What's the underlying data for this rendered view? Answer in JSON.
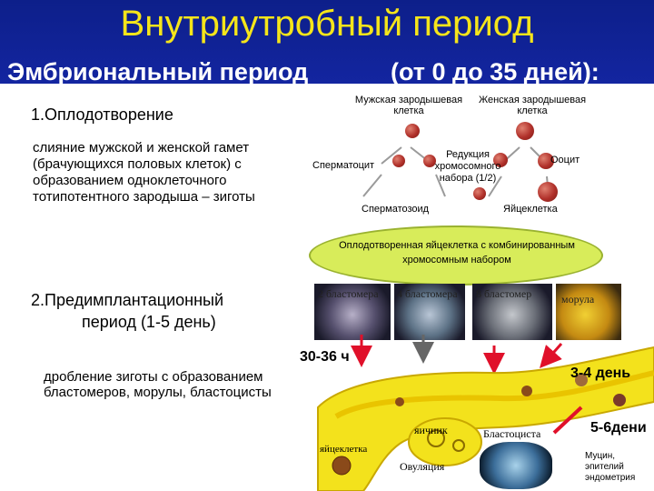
{
  "title": "Внутриутробный период",
  "subtitle_left": "Эмбриональный период",
  "subtitle_right": "(от 0 до 35 дней):",
  "section1": {
    "title": "1.Оплодотворение",
    "desc": "слияние мужской и женской гамет (брачующихся половых клеток) с образованием одноклеточного тотипотентного зародыша – зиготы"
  },
  "section2": {
    "title_line1": "2.Предимплантационный",
    "title_line2": "период (1-5 день)"
  },
  "section3": {
    "desc": "дробление зиготы с образованием бластомеров, морулы, бластоцисты"
  },
  "diagram": {
    "male": "Мужская зародышевая клетка",
    "female": "Женская зародышевая клетка",
    "spermatocyte": "Сперматоцит",
    "reduction": "Редукция хромосомного набора (1/2)",
    "oocyte": "Ооцит",
    "spermatozoid": "Сперматозоид",
    "egg": "Яйцеклетка",
    "fertilized": "Оплодотворенная яйцеклетка с комбинированным хромосомным набором"
  },
  "stages": {
    "s2": "2 бластомера",
    "s4": "4 бластомера",
    "s8": "8 бластомер",
    "morula": "морула"
  },
  "timeline": {
    "t1": "30-36 ч",
    "t2": "3-4 день",
    "t3": "5-6дени",
    "ovary": "яичник",
    "egg_cell": "яйцеклетка",
    "ovulation": "Овуляция",
    "blastocyst": "Бластоциста",
    "mucin": "Муцин, эпителий эндометрия"
  },
  "colors": {
    "title": "#f5e51a",
    "bg": "#1d2fc4",
    "arrow": "#e0102a",
    "tube": "#f3e21c",
    "ellipse": "#d8ec5a"
  }
}
